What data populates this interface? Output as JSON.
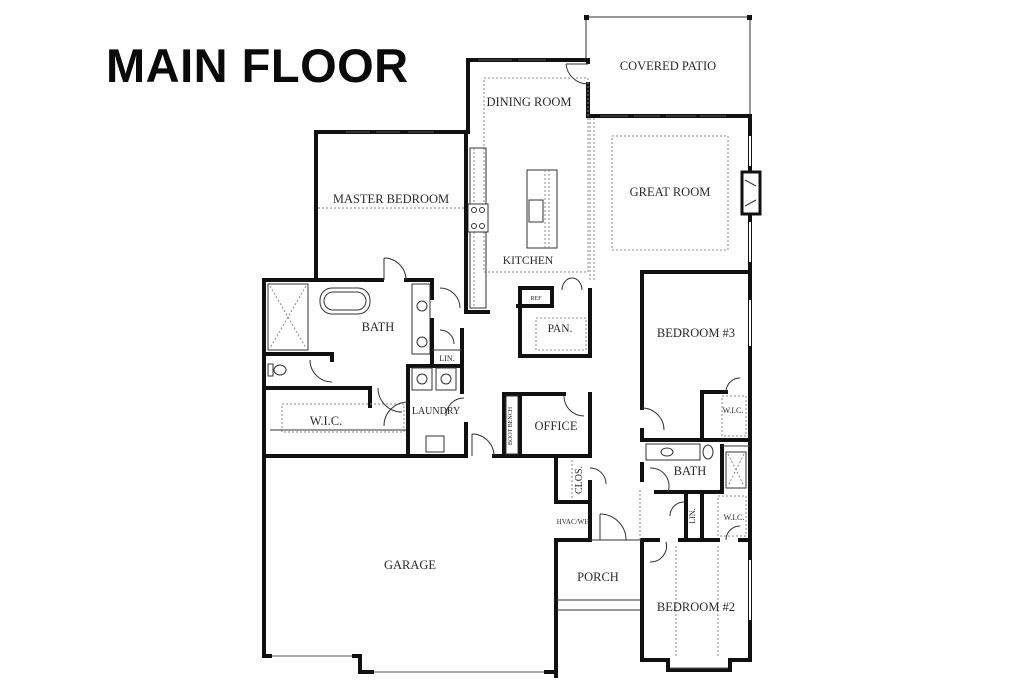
{
  "title": "MAIN FLOOR",
  "rooms": {
    "covered_patio": "COVERED PATIO",
    "dining_room": "DINING ROOM",
    "great_room": "GREAT ROOM",
    "master_bedroom": "MASTER BEDROOM",
    "kitchen": "KITCHEN",
    "pantry": "PAN.",
    "refrigerator": "REF",
    "master_bath": "BATH",
    "linen": "LIN.",
    "laundry": "LAUNDRY",
    "master_wic": "W.I.C.",
    "boot_bench": "BOOT BENCH",
    "office": "OFFICE",
    "closet": "CLOS.",
    "hvac": "HVAC/WH",
    "garage": "GARAGE",
    "porch": "PORCH",
    "bedroom3": "BEDROOM #3",
    "bedroom3_wic": "W.I.C.",
    "hall_bath": "BATH",
    "hall_linen": "LIN.",
    "bedroom2_wic": "W.I.C.",
    "bedroom2": "BEDROOM #2"
  },
  "colors": {
    "wall": "#111111",
    "text": "#2a2a2a",
    "background": "#ffffff"
  }
}
